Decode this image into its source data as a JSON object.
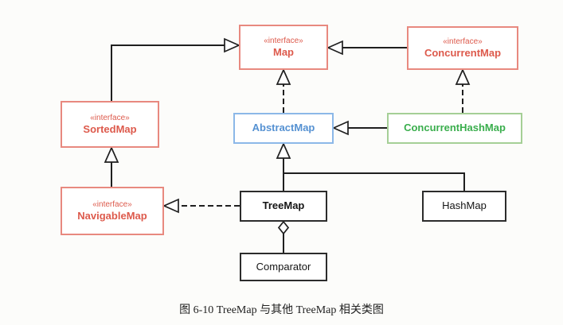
{
  "figure": {
    "caption": "图 6-10 TreeMap 与其他 TreeMap 相关类图"
  },
  "nodes": {
    "map": {
      "stereotype": "«interface»",
      "name": "Map"
    },
    "concurrentmap": {
      "stereotype": "«interface»",
      "name": "ConcurrentMap"
    },
    "sortedmap": {
      "stereotype": "«interface»",
      "name": "SortedMap"
    },
    "abstractmap": {
      "name": "AbstractMap"
    },
    "concurrenthashmap": {
      "name": "ConcurrentHashMap"
    },
    "navigablemap": {
      "stereotype": "«interface»",
      "name": "NavigableMap"
    },
    "treemap": {
      "name": "TreeMap"
    },
    "hashmap": {
      "name": "HashMap"
    },
    "comparator": {
      "name": "Comparator"
    }
  },
  "colors": {
    "page_bg": "#fcfcfa",
    "line": "#1f1f1f",
    "interface_red": "#dd5a4c",
    "interface_border": "#e8897f",
    "abstract_blue": "#5591d2",
    "abstract_border": "#8cb8e8",
    "concrete_green": "#3aae4d",
    "concrete_border": "#a5cf96"
  }
}
